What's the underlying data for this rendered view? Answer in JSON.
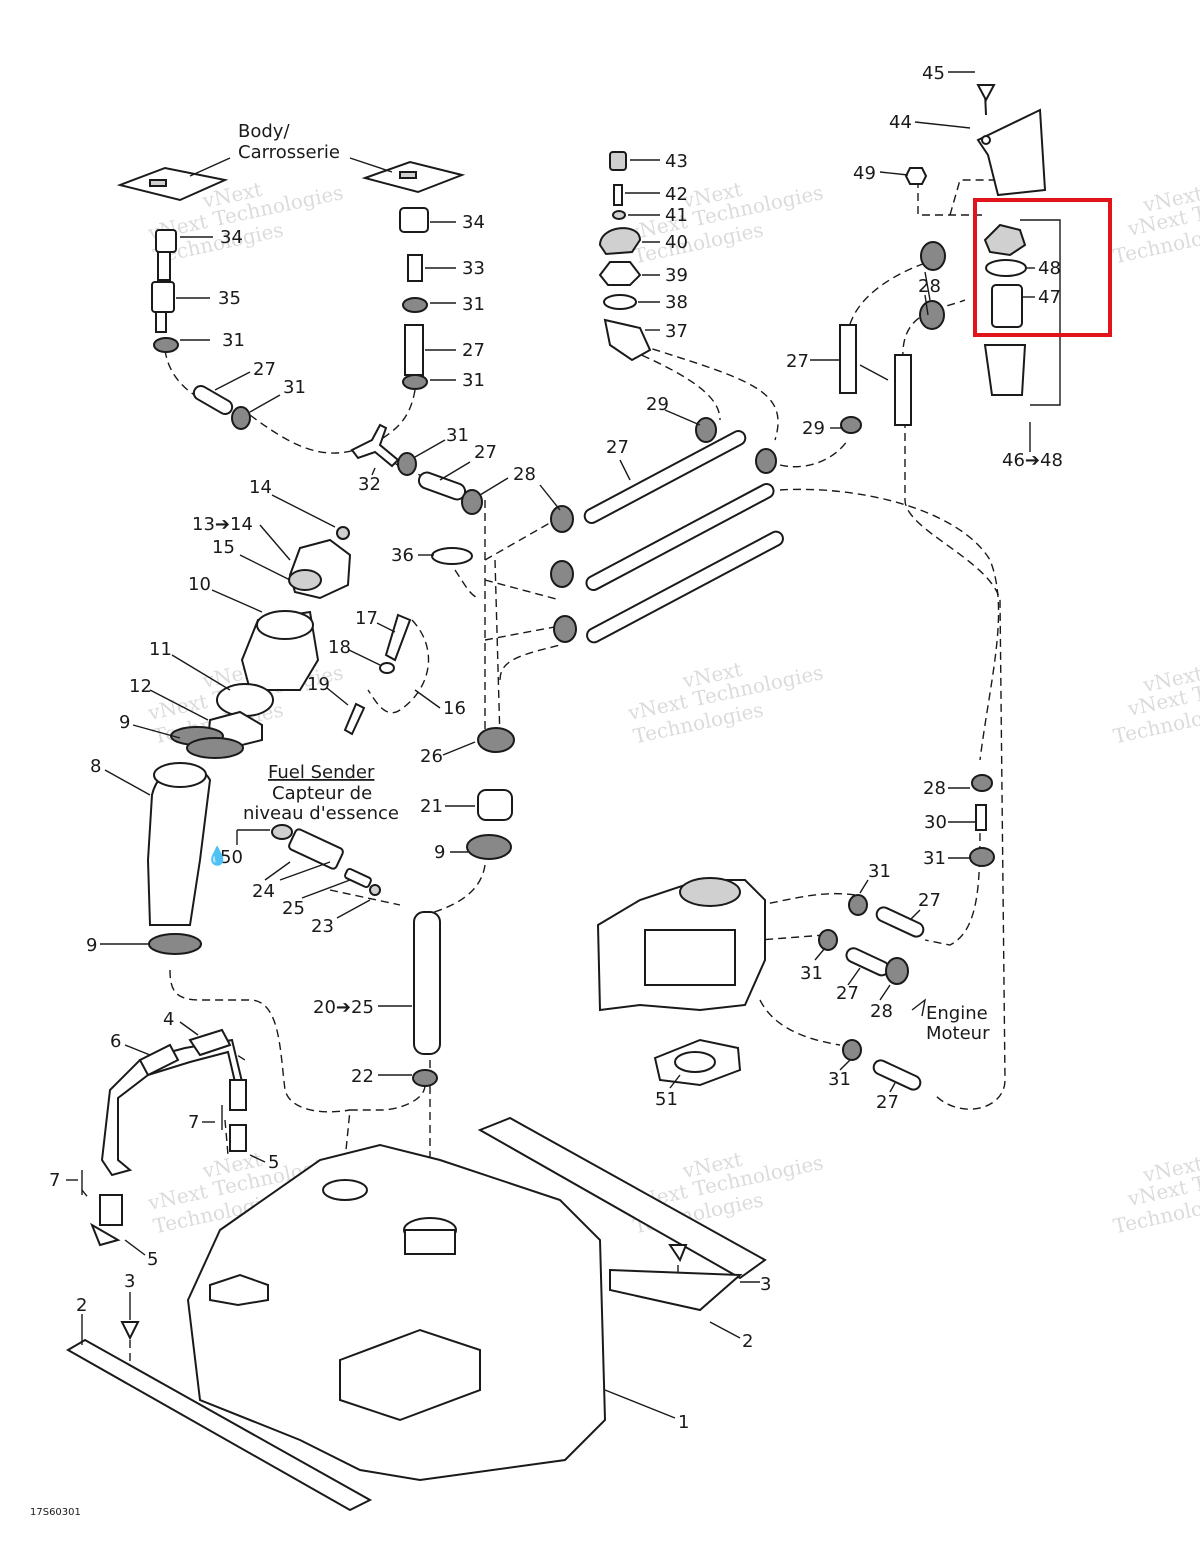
{
  "captions": {
    "body": "Body/",
    "carrosserie": "Carrosserie",
    "fuel_sender": "Fuel Sender",
    "capteur": "Capteur de",
    "niveau": "niveau d'essence",
    "engine": "Engine",
    "moteur": "Moteur"
  },
  "watermark": {
    "line1": "vNext",
    "line2": "vNext Technologies",
    "line3": "Technologies"
  },
  "drawing_code": "17S60301",
  "highlight_color": "#e0141b",
  "callouts": {
    "c45": "45",
    "c44": "44",
    "c49": "49",
    "c48": "48",
    "c47": "47",
    "c46": "46➔48",
    "c43": "43",
    "c42": "42",
    "c41": "41",
    "c40": "40",
    "c39": "39",
    "c38": "38",
    "c37": "37",
    "c34a": "34",
    "c34b": "34",
    "c33": "33",
    "c35": "35",
    "c31a": "31",
    "c31b": "31",
    "c31c": "31",
    "c31d": "31",
    "c31e": "31",
    "c31f": "31",
    "c31g": "31",
    "c31h": "31",
    "c31i": "31",
    "c27a": "27",
    "c27b": "27",
    "c27c": "27",
    "c27d": "27",
    "c27e": "27",
    "c27f": "27",
    "c27g": "27",
    "c27h": "27",
    "c28a": "28",
    "c28b": "28",
    "c28c": "28",
    "c28d": "28",
    "c29a": "29",
    "c29b": "29",
    "c32": "32",
    "c36": "36",
    "c14": "14",
    "c1314": "13➔14",
    "c15": "15",
    "c10": "10",
    "c11": "11",
    "c12": "12",
    "c9a": "9",
    "c9b": "9",
    "c9c": "9",
    "c8": "8",
    "c17": "17",
    "c18": "18",
    "c19": "19",
    "c16": "16",
    "c26": "26",
    "c21": "21",
    "c50": "50",
    "c24": "24",
    "c25": "25",
    "c23": "23",
    "c2025": "20➔25",
    "c22": "22",
    "c30": "30",
    "c6": "6",
    "c4": "4",
    "c7a": "7",
    "c7b": "7",
    "c5a": "5",
    "c5b": "5",
    "c3a": "3",
    "c3b": "3",
    "c2a": "2",
    "c2b": "2",
    "c1": "1",
    "c51": "51"
  }
}
